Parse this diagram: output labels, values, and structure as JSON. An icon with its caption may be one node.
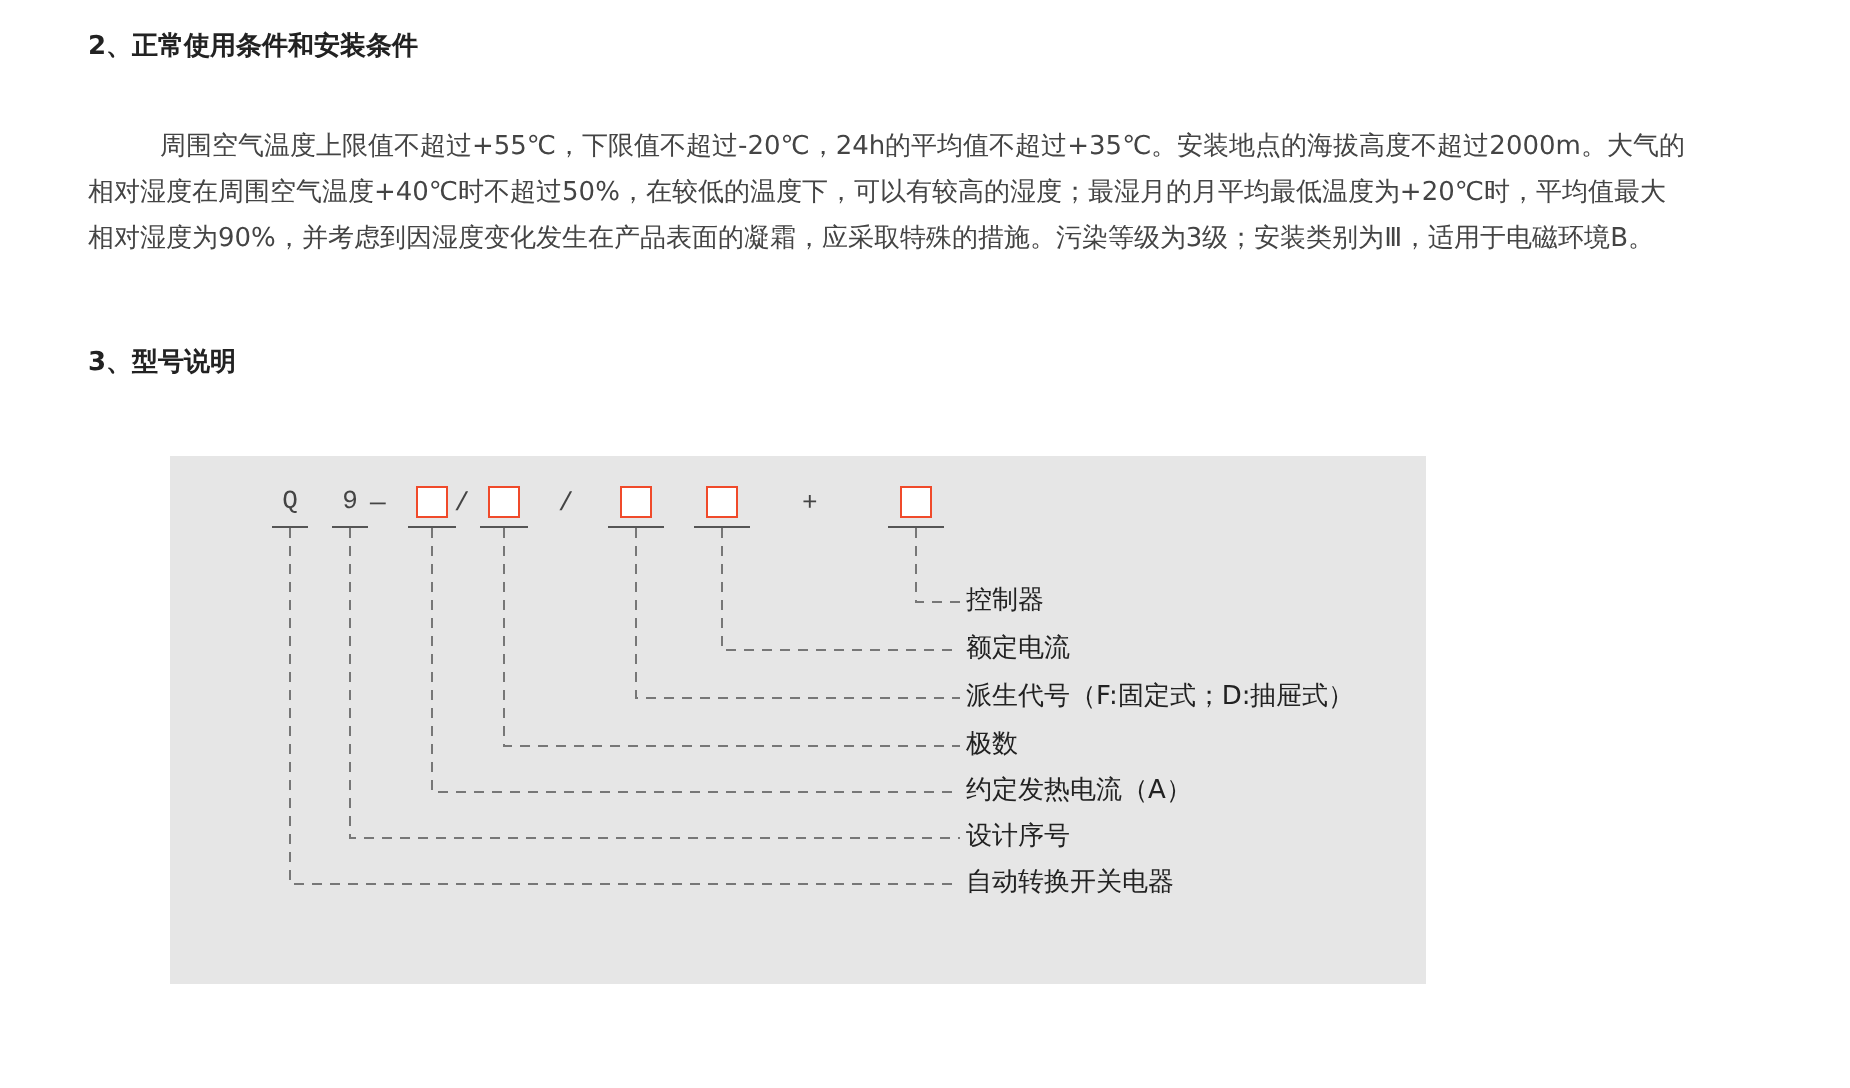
{
  "diagram": {
    "nodes": [
      {
        "text": [
          "Q"
        ]
      },
      {
        "text": [
          "9"
        ]
      },
      {
        "text": [],
        "shape": "box"
      },
      {
        "text": [],
        "shape": "box"
      },
      {
        "text": [],
        "shape": "box"
      },
      {
        "text": [],
        "shape": "box"
      },
      {
        "text": [],
        "shape": "box"
      },
      {
        "text": [
          "控制器"
        ]
      },
      {
        "text": [
          "额定电流"
        ]
      },
      {
        "text": [
          "派生代号（F:固定式；D:抽屉式）"
        ]
      },
      {
        "text": [
          "极数"
        ]
      },
      {
        "text": [
          "约定发热电流（A）"
        ]
      },
      {
        "text": [
          "设计序号"
        ]
      },
      {
        "text": [
          "自动转换开关电器"
        ]
      }
    ],
    "edges": [
      {
        "from": 6,
        "to": 7,
        "arrow": "none",
        "style": "dashed"
      },
      {
        "from": 5,
        "to": 8,
        "arrow": "none",
        "style": "dashed"
      },
      {
        "from": 4,
        "to": 9,
        "arrow": "none",
        "style": "dashed"
      },
      {
        "from": 3,
        "to": 10,
        "arrow": "none",
        "style": "dashed"
      },
      {
        "from": 2,
        "to": 11,
        "arrow": "none",
        "style": "dashed"
      },
      {
        "from": 1,
        "to": 12,
        "arrow": "none",
        "style": "dashed"
      },
      {
        "from": 0,
        "to": 13,
        "arrow": "none",
        "style": "dashed"
      }
    ],
    "labels": [
      "2、正常使用条件和安装条件",
      "周围空气温度上限值不超过+55℃，下限值不超过-20℃，24h的平均值不超过+35℃。安装地点的海拔高度不超过2000m。大气的相对湿度在周围空气温度+40℃时不超过50%，在较低的温度下，可以有较高的湿度；最湿月的月平均最低温度为+20℃时，平均值最大相对湿度为90%，并考虑到因湿度变化发生在产品表面的凝霜，应采取特殊的措施。污染等级为3级；安装类别为Ⅲ，适用于电磁环境B。",
      "3、型号说明",
      "—",
      "/",
      "/",
      "+"
    ]
  }
}
